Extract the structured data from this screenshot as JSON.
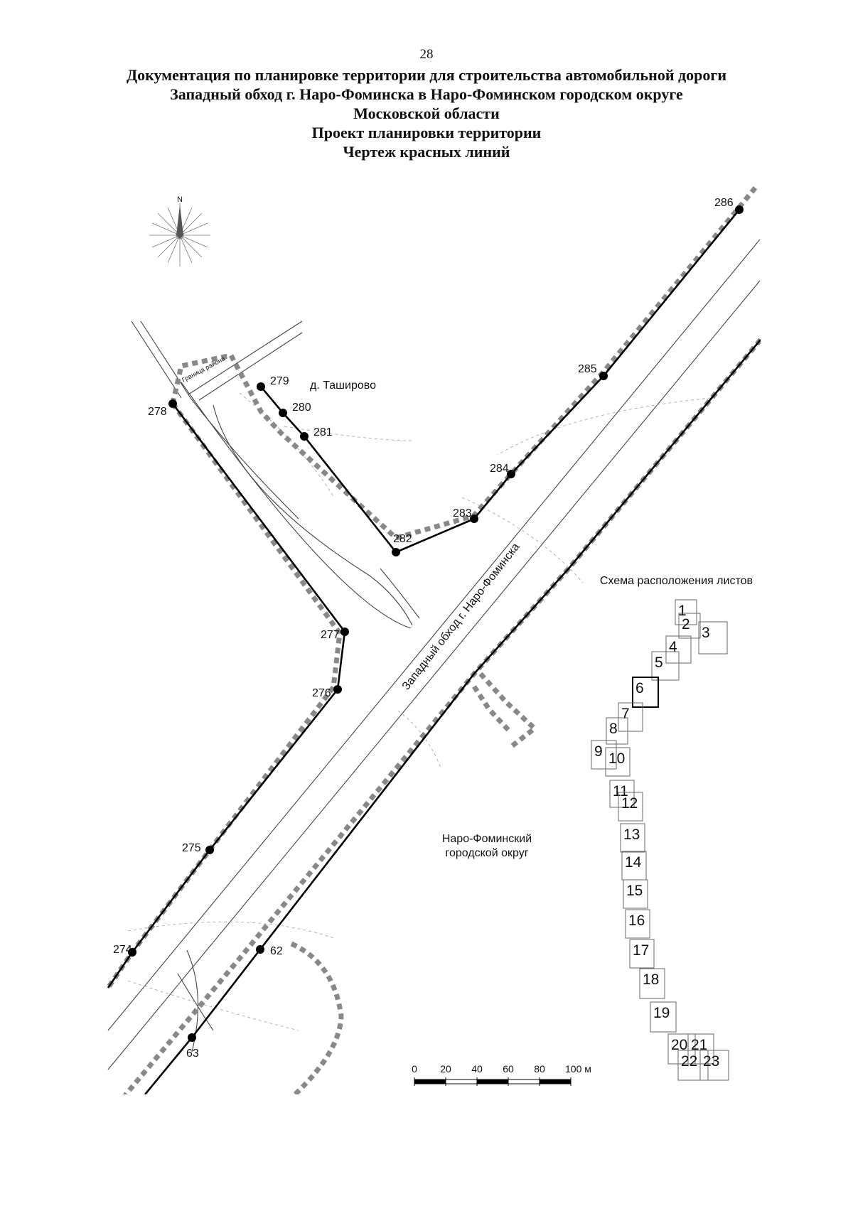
{
  "document": {
    "page_number": "28",
    "title_lines": [
      "Документация по планировке территории для строительства автомобильной дороги",
      "Западный обход г. Наро-Фоминска в Наро-Фоминском городском округе",
      "Московской области",
      "Проект планировки территории",
      "Чертеж красных линий"
    ]
  },
  "map": {
    "compass_label": "N",
    "boundary_label": "Граница района",
    "settlement_label": "д. Таширово",
    "road_label": "Западный обход г. Наро-Фоминска",
    "district_label_lines": [
      "Наро-Фоминский",
      "городской округ"
    ],
    "points": [
      {
        "id": "286",
        "label": "286"
      },
      {
        "id": "285",
        "label": "285"
      },
      {
        "id": "284",
        "label": "284"
      },
      {
        "id": "283",
        "label": "283"
      },
      {
        "id": "282",
        "label": "282"
      },
      {
        "id": "281",
        "label": "281"
      },
      {
        "id": "280",
        "label": "280"
      },
      {
        "id": "279",
        "label": "279"
      },
      {
        "id": "278",
        "label": "278"
      },
      {
        "id": "277",
        "label": "277"
      },
      {
        "id": "276",
        "label": "276"
      },
      {
        "id": "275",
        "label": "275"
      },
      {
        "id": "274",
        "label": "274"
      },
      {
        "id": "62",
        "label": "62"
      },
      {
        "id": "63",
        "label": "63"
      }
    ]
  },
  "sheet_scheme": {
    "title": "Схема расположения листов",
    "highlighted_sheet": "6",
    "sheets": [
      "1",
      "2",
      "3",
      "4",
      "5",
      "6",
      "7",
      "8",
      "9",
      "10",
      "11",
      "12",
      "13",
      "14",
      "15",
      "16",
      "17",
      "18",
      "19",
      "20",
      "21",
      "22",
      "23"
    ]
  },
  "scale_bar": {
    "ticks": [
      "0",
      "20",
      "40",
      "60",
      "80",
      "100 м"
    ]
  }
}
